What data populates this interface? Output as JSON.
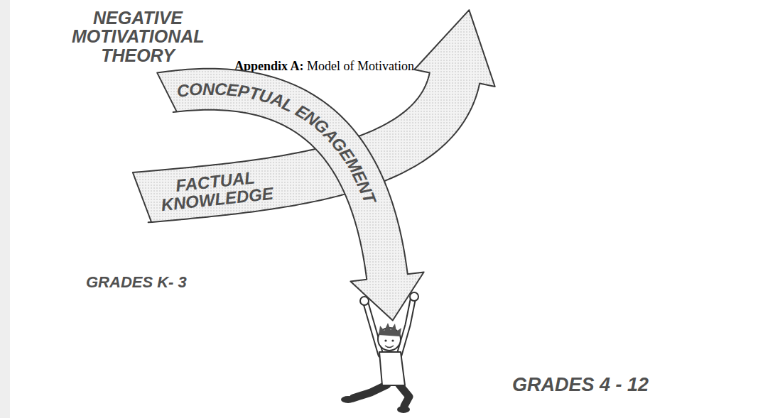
{
  "diagram": {
    "title": "Appendix A: Model of Motivation",
    "nodes": [
      {
        "text": [
          "CONCEPTUAL ENGAGEMENT"
        ]
      },
      {
        "text": [
          "FACTUAL KNOWLEDGE"
        ]
      }
    ],
    "labels": [
      "NEGATIVE MOTIVATIONAL THEORY",
      "GRADES K- 3",
      "GRADES 4 - 12"
    ]
  }
}
